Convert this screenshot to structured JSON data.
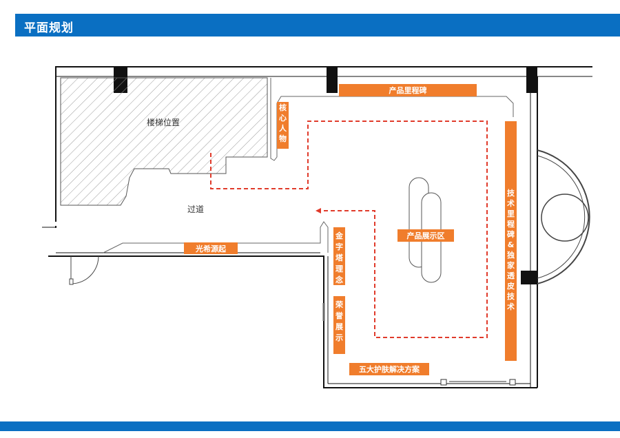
{
  "header": {
    "title": "平面规划"
  },
  "areas": {
    "stairs": "楼梯位置",
    "corridor": "过道"
  },
  "labels": {
    "milestone": "产品里程碑",
    "core_people": "核心人物",
    "tech_milestone": "技术里程碑&独家透皮技术",
    "origin": "光希源起",
    "pyramid": "金字塔理念",
    "honor": "荣誉展示",
    "display": "产品展示区",
    "solutions": "五大护肤解决方案"
  },
  "colors": {
    "header": "#0a6fc2",
    "label": "#f07d2c",
    "path": "#e03a2a",
    "wall": "#111111"
  }
}
